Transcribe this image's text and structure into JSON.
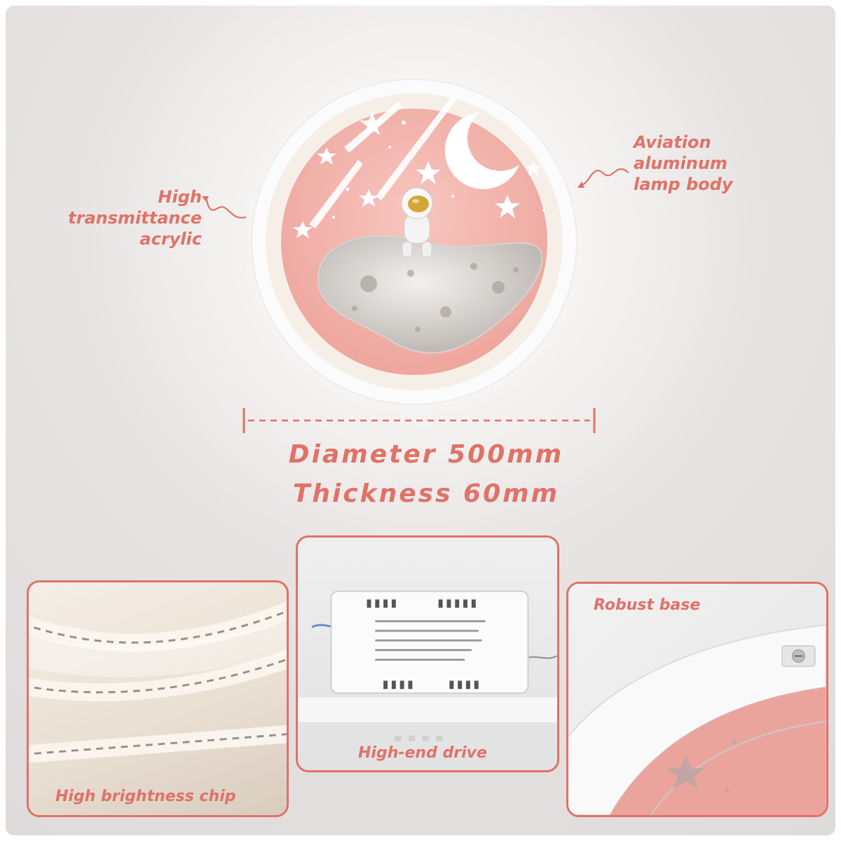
{
  "callouts": {
    "left": [
      "High",
      "transmittance",
      "acrylic"
    ],
    "right": [
      "Aviation",
      "aluminum",
      "lamp body"
    ]
  },
  "dimensions": {
    "diameter": "Diameter 500mm",
    "thickness": "Thickness 60mm"
  },
  "panels": {
    "chip": "High brightness chip",
    "drive": "High-end drive",
    "base": "Robust base"
  },
  "colors": {
    "accent": "#e07268",
    "lamp_pink": "#f2b4ad",
    "frame": "#ffffff"
  }
}
